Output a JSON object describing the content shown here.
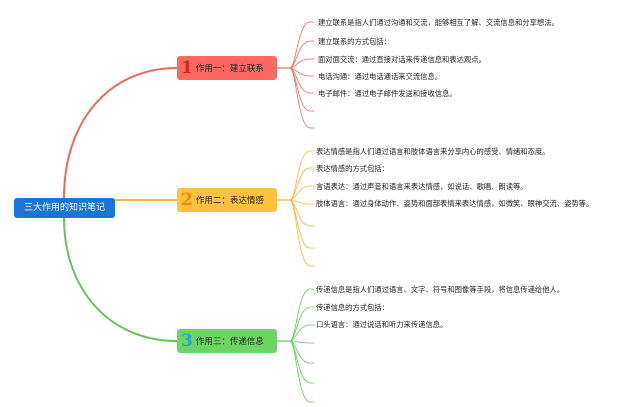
{
  "root": {
    "label": "三大作用的知识笔记",
    "color": "#1976D2"
  },
  "branches": [
    {
      "number": "1",
      "label": "作用一：建立联系",
      "color": "#E96A5E",
      "box_color": "#FA6A61",
      "number_color": "#D9231A",
      "notes": [
        "建立联系是指人们通过沟通和交流，能够相互了解、交流信息和分享想法。",
        "建立联系的方式包括：",
        "面对面交流：通过直接对话来传递信息和表达观点。",
        "电话沟通：通过电话通话来交流信息。",
        "电子邮件：通过电子邮件发送和接收信息。"
      ]
    },
    {
      "number": "2",
      "label": "作用二：表达情感",
      "color": "#F4B63C",
      "box_color": "#FFC23E",
      "number_color": "#F08A00",
      "notes": [
        "表达情感是指人们通过语言和肢体语言来分享内心的感受、情绪和态度。",
        "表达情感的方式包括：",
        "言语表达：通过声音和语言来表达情感，如说话、歌唱、朗读等。",
        "肢体语言：通过身体动作、姿势和面部表情来表达情感，如微笑、眼神交流、姿势等。"
      ]
    },
    {
      "number": "3",
      "label": "作用三：传递信息",
      "color": "#66C45A",
      "box_color": "#6DD565",
      "number_color": "#2E9BD6",
      "notes": [
        "传递信息是指人们通过语言、文字、符号和图像等手段，将信息传递给他人。",
        "传递信息的方式包括：",
        "口头语言：通过说话和听力来传递信息。"
      ]
    }
  ]
}
